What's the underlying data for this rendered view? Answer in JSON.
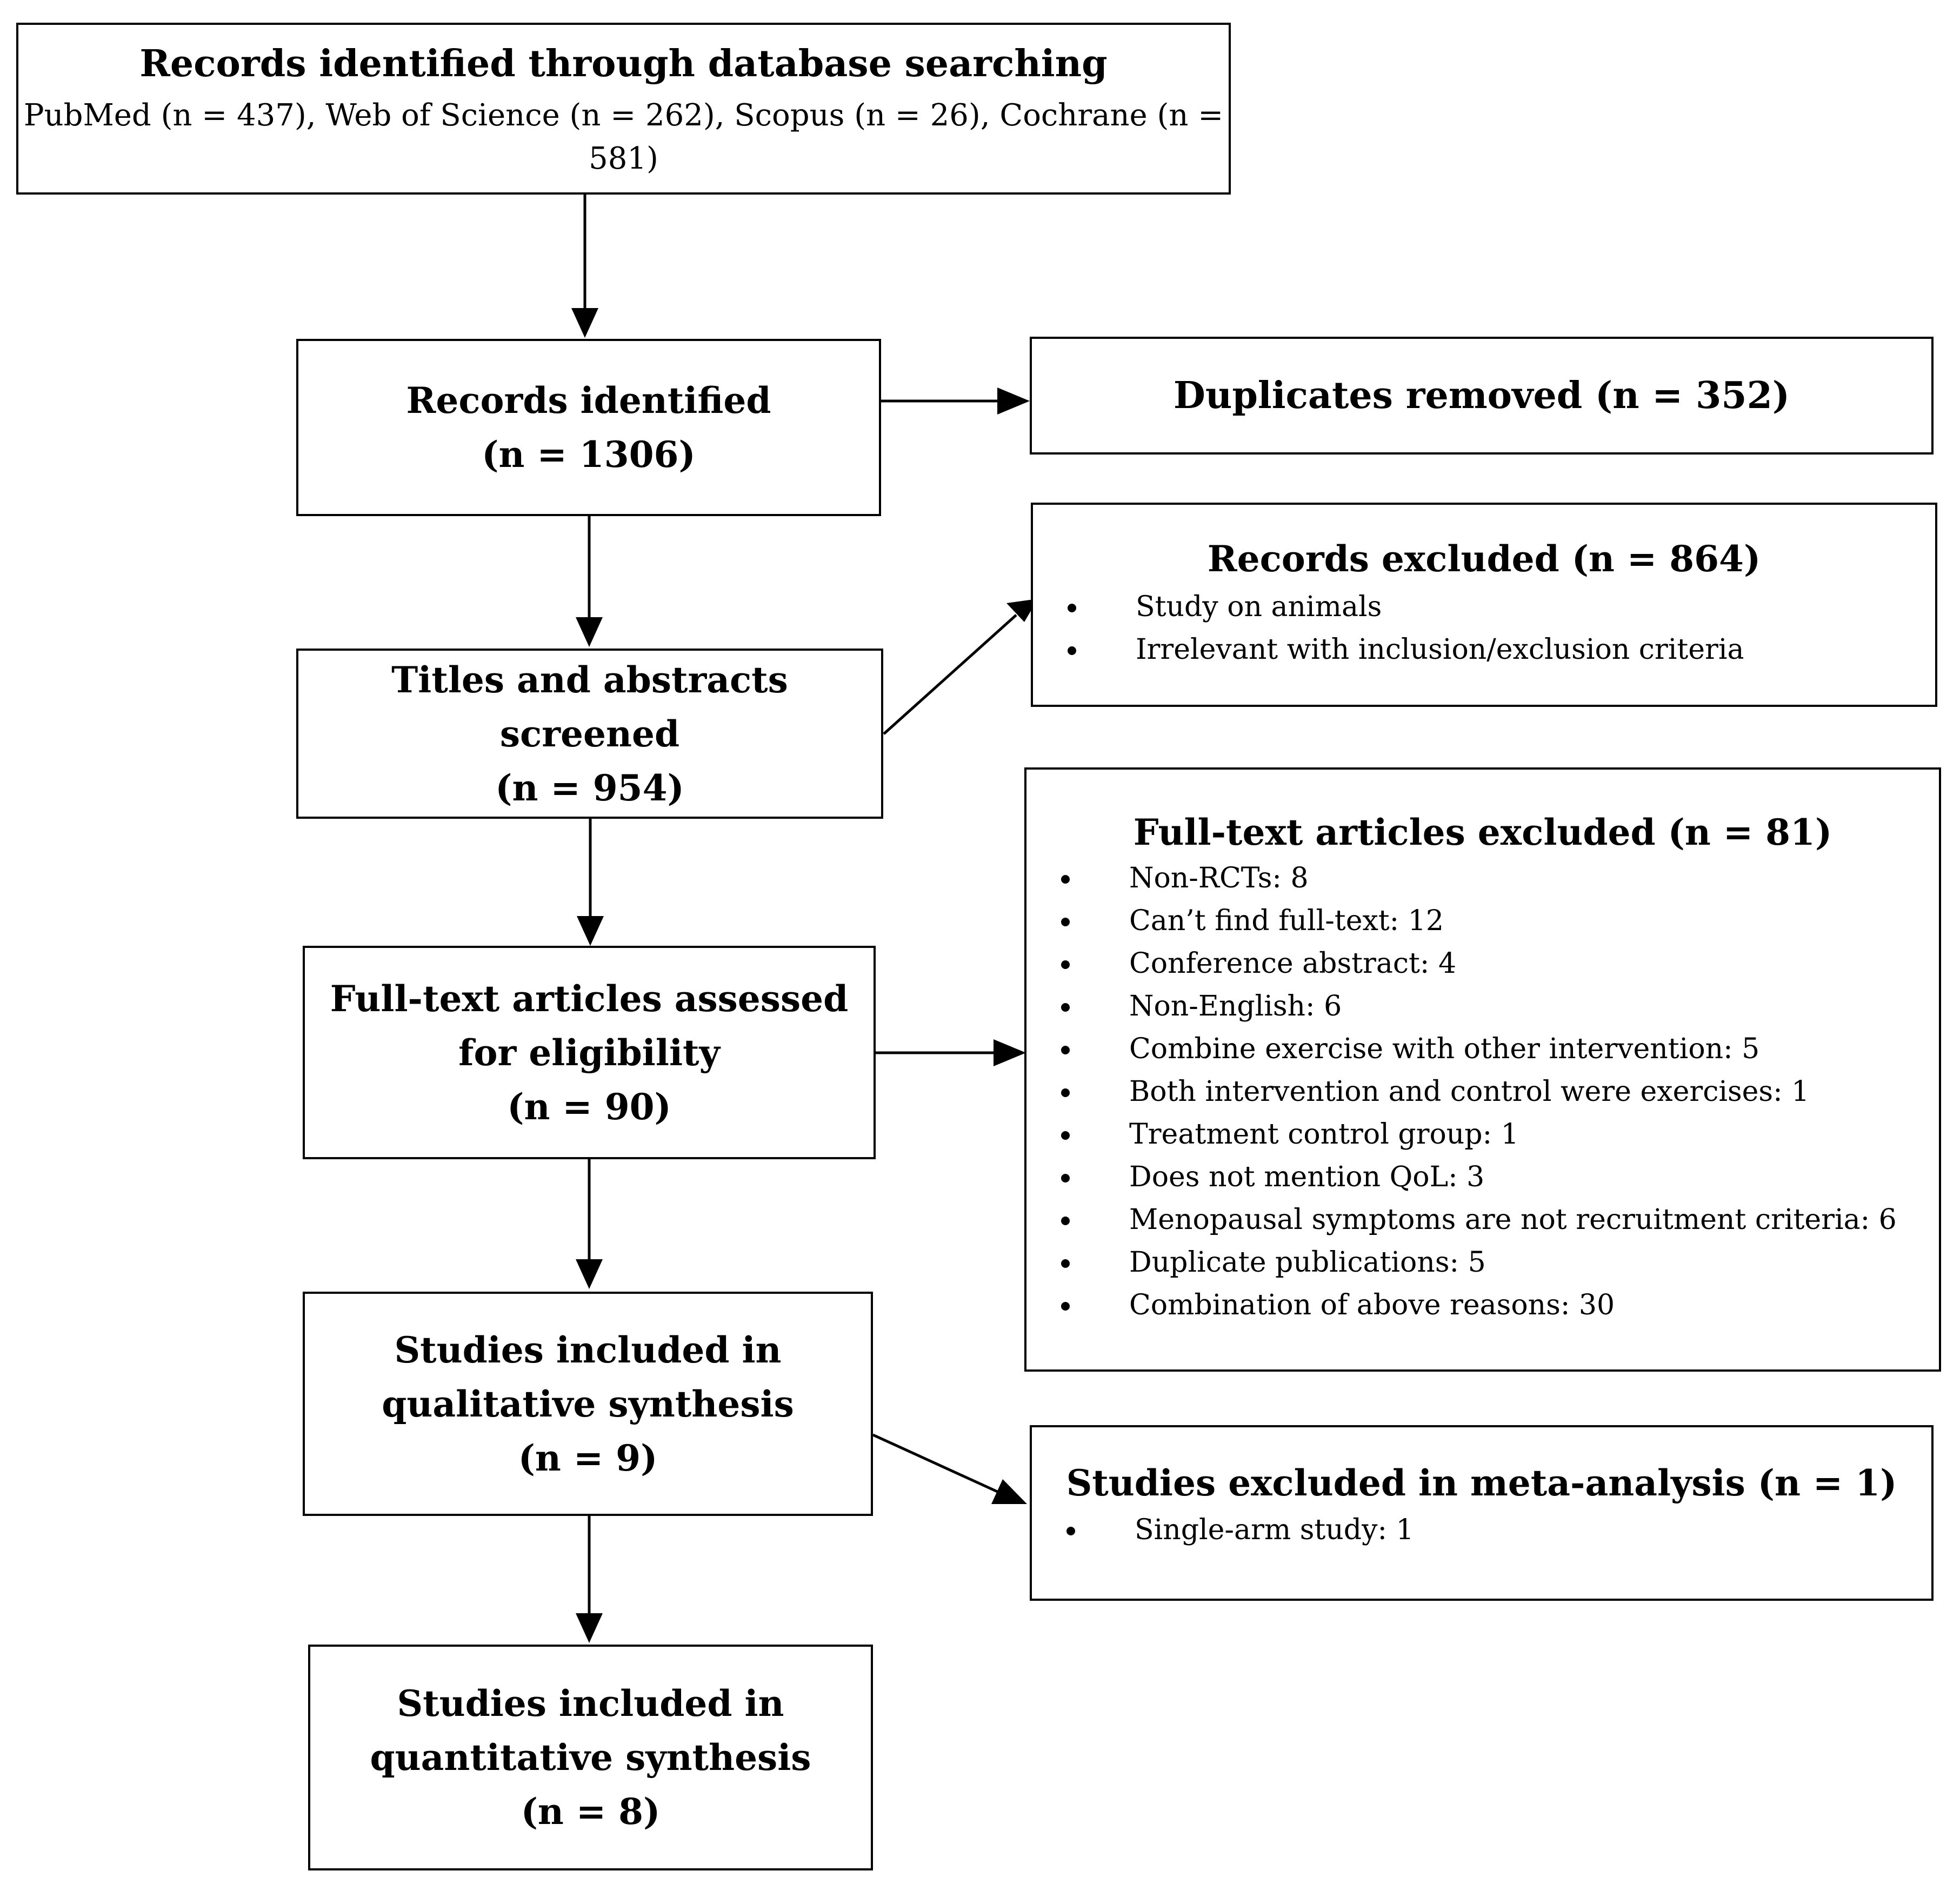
{
  "boxes": {
    "database": {
      "title": "Records identified through database searching",
      "sources": "PubMed (n = 437), Web of Science (n = 262), Scopus (n = 26), Cochrane (n = 581)"
    },
    "records_identified": {
      "title": "Records identified",
      "count": "(n = 1306)"
    },
    "duplicates": {
      "title": "Duplicates removed (n = 352)"
    },
    "screened": {
      "title": "Titles and abstracts screened",
      "count": "(n = 954)"
    },
    "records_excluded": {
      "title": "Records excluded (n = 864)",
      "reasons": [
        "Study on animals",
        "Irrelevant with inclusion/exclusion criteria"
      ]
    },
    "fulltext_assessed": {
      "line1": "Full-text articles assessed",
      "line2": "for eligibility",
      "count": "(n = 90)"
    },
    "fulltext_excluded": {
      "title": "Full-text articles excluded (n = 81)",
      "reasons": [
        "Non-RCTs: 8",
        "Can’t find full-text: 12",
        "Conference abstract: 4",
        "Non-English: 6",
        "Combine exercise with other intervention: 5",
        "Both intervention and control were exercises: 1",
        "Treatment control group: 1",
        "Does not mention QoL: 3",
        "Menopausal symptoms are not recruitment criteria: 6",
        "Duplicate publications: 5",
        "Combination of above reasons: 30"
      ]
    },
    "qualitative": {
      "line1": "Studies included in",
      "line2": "qualitative synthesis",
      "count": "(n = 9)"
    },
    "meta_excluded": {
      "title": "Studies excluded in meta-analysis (n = 1)",
      "reasons": [
        "Single-arm study: 1"
      ]
    },
    "quantitative": {
      "line1": "Studies included in",
      "line2": "quantitative synthesis",
      "count": "(n = 8)"
    }
  }
}
